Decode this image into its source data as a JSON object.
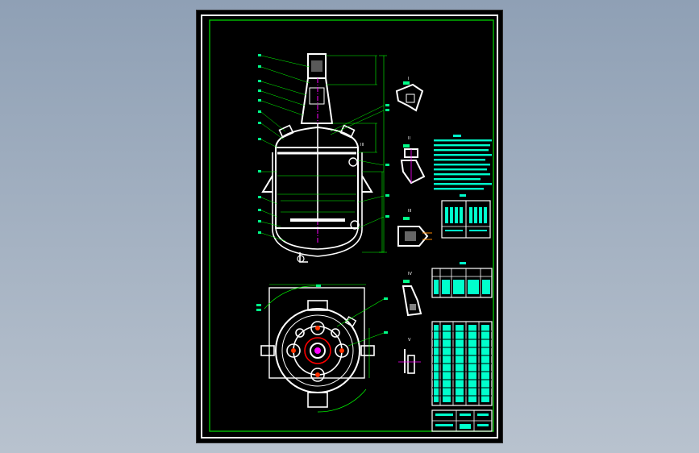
{
  "sheet": {
    "title": "",
    "colors": {
      "background": "#8fa0b5",
      "paper": "#000000",
      "border": "#ffffff",
      "frame": "#00c000",
      "part": "#ffffff",
      "dimension": "#00ff00",
      "notes": "#00ffcc",
      "centerline": "#ff00ff"
    }
  },
  "views": {
    "front_section": "",
    "top_view": "",
    "detail_I": "I",
    "detail_II": "II",
    "detail_III": "III",
    "detail_IV": "IV",
    "detail_V": "V"
  },
  "notes": {
    "heading": "",
    "lines": []
  },
  "tables": {
    "technical": {
      "title": ""
    },
    "nozzle": {
      "title": ""
    },
    "parts_list": {
      "title": ""
    },
    "title_block": {
      "title": ""
    }
  }
}
